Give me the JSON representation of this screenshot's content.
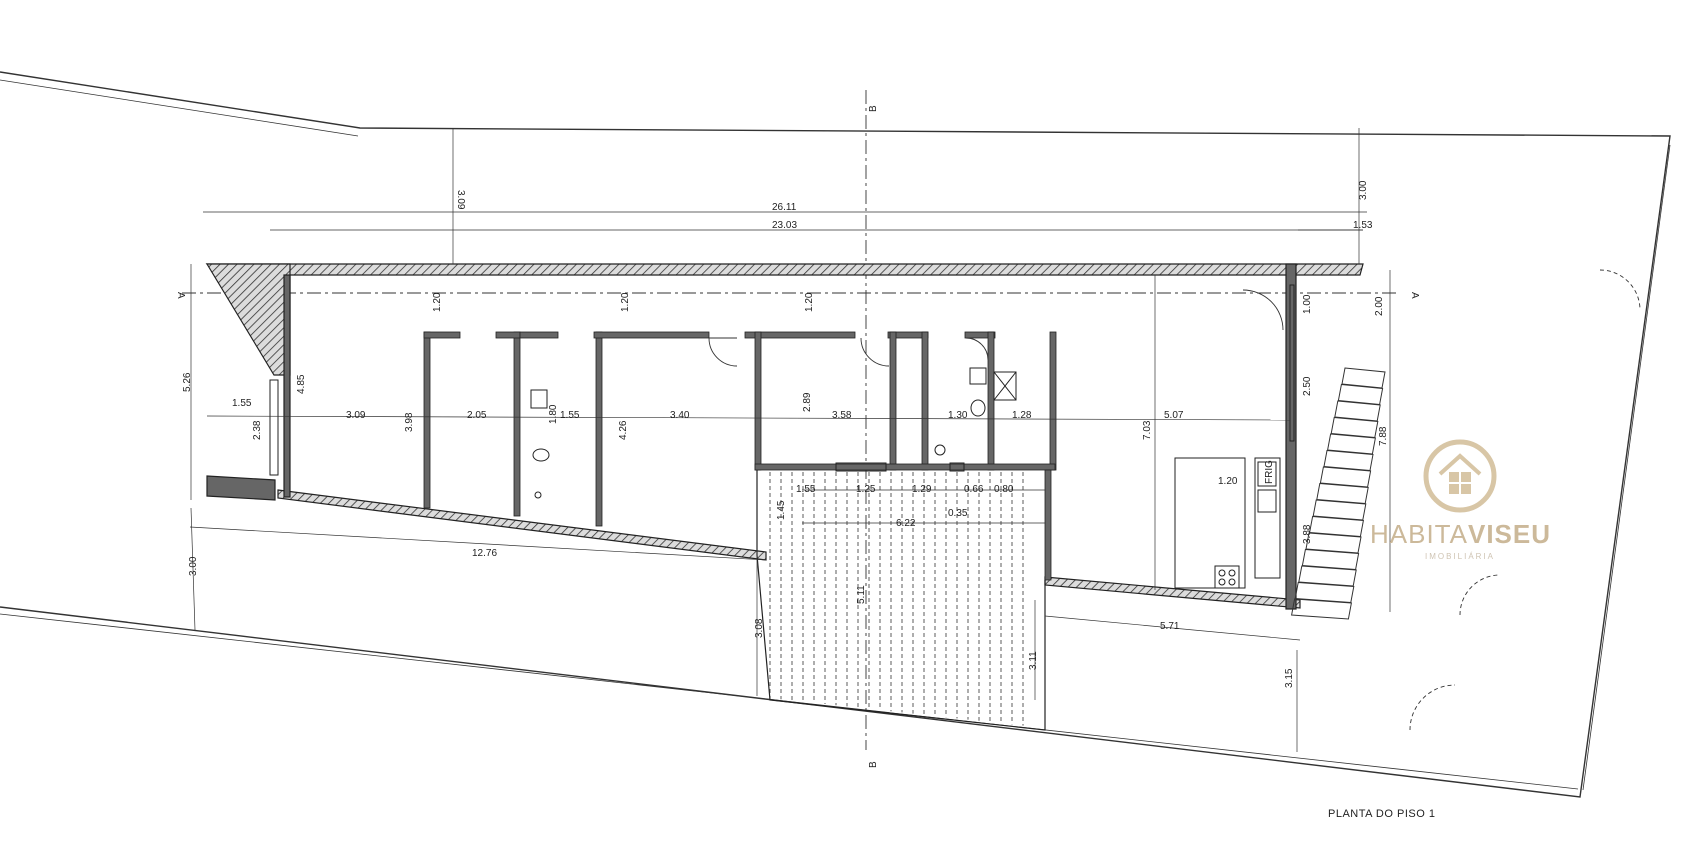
{
  "drawing_title": "PLANTA DO PISO 1",
  "logo": {
    "name_light": "HABITA",
    "name_bold": "VISEU",
    "tagline": "IMOBILIÁRIA"
  },
  "section_marks": {
    "a_left": "A",
    "a_right": "A",
    "b_top": "B",
    "b_bottom": "B"
  },
  "dimensions": {
    "overall_length": "26.11",
    "inner_length": "23.03",
    "right_offset": "1.53",
    "setback_top": "3.09",
    "setback_right_top": "3.00",
    "left_height": "5.26",
    "left_inner_height": "4.85",
    "corridor_left": "1.20",
    "corridor_mid": "1.20",
    "corridor_center": "1.20",
    "door_right_top": "1.00",
    "right_gap": "2.00",
    "left_balcony_w": "1.55",
    "left_balcony_h": "2.38",
    "room1_w": "3.09",
    "room1_h": "3.98",
    "room2_w": "2.05",
    "bath1_w": "1.55",
    "bath1_h": "1.80",
    "room3_h": "4.26",
    "room3_w": "3.40",
    "room4_w": "3.58",
    "room4_h": "2.89",
    "bath2_w": "1.30",
    "hall_w": "1.28",
    "living_w": "5.07",
    "living_h": "7.03",
    "right_wall_h": "2.50",
    "kitchen_w": "1.20",
    "kitchen_h": "3.88",
    "stair_h": "7.88",
    "terrace_a": "1.55",
    "terrace_b": "1.25",
    "terrace_c": "1.29",
    "terrace_d": "0.66",
    "terrace_e": "0.80",
    "terrace_f": "0.35",
    "terrace_depth": "1.45",
    "terrace_w": "6.22",
    "terrace_len": "5.11",
    "front_len": "12.76",
    "front_setback": "3.00",
    "terrace_side_l": "3.08",
    "terrace_side_r": "3.11",
    "right_front": "5.71",
    "right_setback": "3.15"
  },
  "fixture_labels": {
    "fridge": "FRIG"
  }
}
